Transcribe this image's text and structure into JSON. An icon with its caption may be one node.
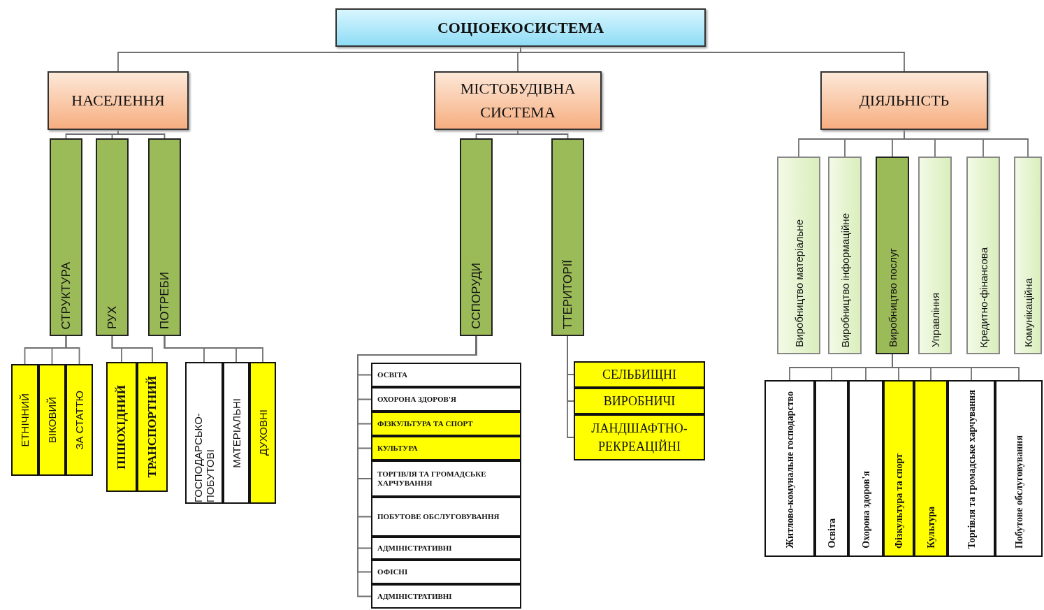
{
  "diagram": {
    "nodes": [
      {
        "text": [
          "СОЦІОЕКОСИСТЕМА"
        ]
      },
      {
        "text": [
          "НАСЕЛЕННЯ"
        ]
      },
      {
        "text": [
          "МІСТОБУДІВНА СИСТЕМА"
        ]
      },
      {
        "text": [
          "ДІЯЛЬНІСТЬ"
        ]
      },
      {
        "text": [
          "СТРУКТУРА"
        ]
      },
      {
        "text": [
          "РУХ"
        ]
      },
      {
        "text": [
          "ПОТРЕБИ"
        ]
      },
      {
        "text": [
          "ЕТНІЧНИЙ"
        ]
      },
      {
        "text": [
          "ВІКОВИЙ"
        ]
      },
      {
        "text": [
          "ЗА СТАТТЮ"
        ]
      },
      {
        "text": [
          "ПІШОХІДНИЙ"
        ]
      },
      {
        "text": [
          "ТРАНСПОРТНИЙ"
        ]
      },
      {
        "text": [
          "ГОСПОДАРСЬКО-ПОБУТОВІ"
        ]
      },
      {
        "text": [
          "МАТЕРІАЛЬНІ"
        ]
      },
      {
        "text": [
          "ДУХОВНІ"
        ]
      },
      {
        "text": [
          "ССПОРУДИ"
        ]
      },
      {
        "text": [
          "ТТЕРИТОРІЇ"
        ]
      },
      {
        "text": [
          "ОСВІТА"
        ]
      },
      {
        "text": [
          "ОХОРОНА ЗДОРОВ'Я"
        ]
      },
      {
        "text": [
          "ФІЗКУЛЬТУРА ТА СПОРТ"
        ]
      },
      {
        "text": [
          "КУЛЬТУРА"
        ]
      },
      {
        "text": [
          "ТОРГІВЛЯ ТА ГРОМАДСЬКЕ ХАРЧУВАННЯ"
        ]
      },
      {
        "text": [
          "ПОБУТОВЕ ОБСЛУГОВУВАННЯ"
        ]
      },
      {
        "text": [
          "АДМІНІСТРАТИВНІ"
        ]
      },
      {
        "text": [
          "ОФІСНІ"
        ]
      },
      {
        "text": [
          "АДМІНІСТРАТИВНІ"
        ]
      },
      {
        "text": [
          "СЕЛЬБИЩНІ"
        ]
      },
      {
        "text": [
          "ВИРОБНИЧІ"
        ]
      },
      {
        "text": [
          "ЛАНДШАФТНО-РЕКРЕАЦІЙНІ"
        ]
      },
      {
        "text": [
          "Виробництво матеріальне"
        ]
      },
      {
        "text": [
          "Виробництво інформаційне"
        ]
      },
      {
        "text": [
          "Виробництво послуг"
        ]
      },
      {
        "text": [
          "Управління"
        ]
      },
      {
        "text": [
          "Кредитно-фінансова"
        ]
      },
      {
        "text": [
          "Комунікаційна"
        ]
      },
      {
        "text": [
          "Житлово-комунальне господарство"
        ]
      },
      {
        "text": [
          "Освіта"
        ]
      },
      {
        "text": [
          "Охорона здоров'я"
        ]
      },
      {
        "text": [
          "Фізкультура та спорт"
        ]
      },
      {
        "text": [
          "Культура"
        ]
      },
      {
        "text": [
          "Торгівля та громадське харчування"
        ]
      },
      {
        "text": [
          "Побутове обслуговування"
        ]
      }
    ],
    "edges": [
      {
        "from": 0,
        "to": 1,
        "arrow": "none"
      },
      {
        "from": 0,
        "to": 2,
        "arrow": "none"
      },
      {
        "from": 0,
        "to": 3,
        "arrow": "none"
      },
      {
        "from": 1,
        "to": 4,
        "arrow": "none"
      },
      {
        "from": 1,
        "to": 5,
        "arrow": "none"
      },
      {
        "from": 1,
        "to": 6,
        "arrow": "none"
      },
      {
        "from": 4,
        "to": 7,
        "arrow": "none"
      },
      {
        "from": 4,
        "to": 8,
        "arrow": "none"
      },
      {
        "from": 4,
        "to": 9,
        "arrow": "none"
      },
      {
        "from": 5,
        "to": 10,
        "arrow": "none"
      },
      {
        "from": 5,
        "to": 11,
        "arrow": "none"
      },
      {
        "from": 6,
        "to": 12,
        "arrow": "none"
      },
      {
        "from": 6,
        "to": 13,
        "arrow": "none"
      },
      {
        "from": 6,
        "to": 14,
        "arrow": "none"
      },
      {
        "from": 2,
        "to": 15,
        "arrow": "none"
      },
      {
        "from": 2,
        "to": 16,
        "arrow": "none"
      },
      {
        "from": 15,
        "to": 17,
        "arrow": "none"
      },
      {
        "from": 15,
        "to": 18,
        "arrow": "none"
      },
      {
        "from": 15,
        "to": 19,
        "arrow": "none"
      },
      {
        "from": 15,
        "to": 20,
        "arrow": "none"
      },
      {
        "from": 15,
        "to": 21,
        "arrow": "none"
      },
      {
        "from": 15,
        "to": 22,
        "arrow": "none"
      },
      {
        "from": 15,
        "to": 23,
        "arrow": "none"
      },
      {
        "from": 15,
        "to": 24,
        "arrow": "none"
      },
      {
        "from": 15,
        "to": 25,
        "arrow": "none"
      },
      {
        "from": 16,
        "to": 26,
        "arrow": "none"
      },
      {
        "from": 16,
        "to": 27,
        "arrow": "none"
      },
      {
        "from": 16,
        "to": 28,
        "arrow": "none"
      },
      {
        "from": 3,
        "to": 29,
        "arrow": "none"
      },
      {
        "from": 3,
        "to": 30,
        "arrow": "none"
      },
      {
        "from": 3,
        "to": 31,
        "arrow": "none"
      },
      {
        "from": 3,
        "to": 32,
        "arrow": "none"
      },
      {
        "from": 3,
        "to": 33,
        "arrow": "none"
      },
      {
        "from": 3,
        "to": 34,
        "arrow": "none"
      },
      {
        "from": 31,
        "to": 35,
        "arrow": "none"
      },
      {
        "from": 31,
        "to": 36,
        "arrow": "none"
      },
      {
        "from": 31,
        "to": 37,
        "arrow": "none"
      },
      {
        "from": 31,
        "to": 38,
        "arrow": "none"
      },
      {
        "from": 31,
        "to": 39,
        "arrow": "none"
      },
      {
        "from": 31,
        "to": 40,
        "arrow": "none"
      },
      {
        "from": 31,
        "to": 41,
        "arrow": "none"
      }
    ]
  }
}
